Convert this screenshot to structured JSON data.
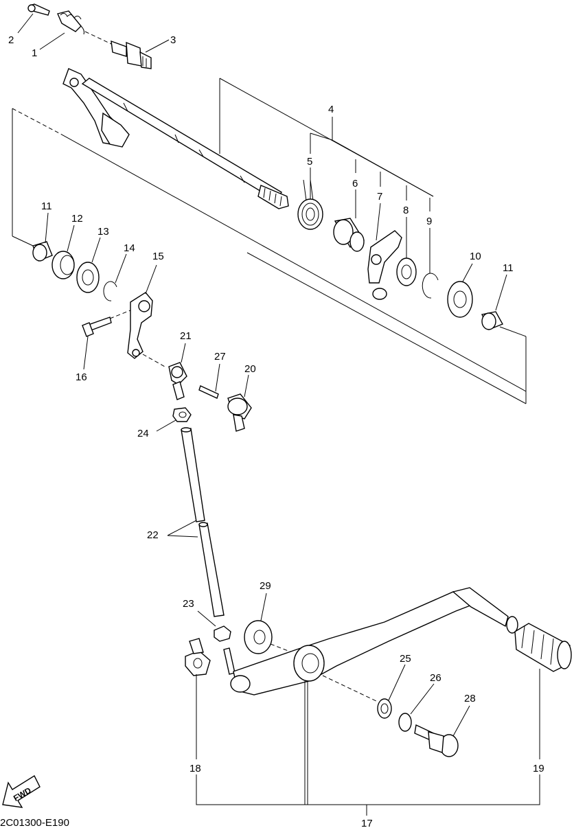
{
  "diagram": {
    "callouts": [
      "1",
      "2",
      "3",
      "4",
      "5",
      "6",
      "7",
      "8",
      "9",
      "10",
      "11",
      "11",
      "12",
      "13",
      "14",
      "15",
      "16",
      "17",
      "18",
      "19",
      "20",
      "21",
      "22",
      "23",
      "24",
      "25",
      "26",
      "27",
      "28",
      "29"
    ],
    "drawing_code": "2C01300-E190",
    "fwd_label": "FWD"
  }
}
